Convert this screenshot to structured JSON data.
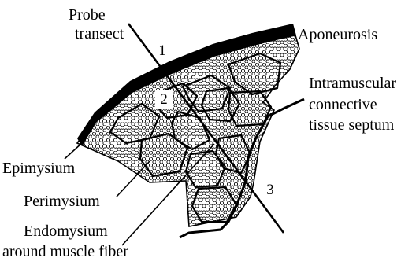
{
  "labels": {
    "probe_line1": "Probe",
    "probe_line2": "transect",
    "aponeurosis": "Aponeurosis",
    "septum_line1": "Intramuscular",
    "septum_line2": "connective",
    "septum_line3": "tissue septum",
    "epimysium": "Epimysium",
    "perimysium": "Perimysium",
    "endomysium_line1": "Endomysium",
    "endomysium_line2": "around muscle fiber"
  },
  "points": [
    "1",
    "2",
    "3"
  ],
  "colors": {
    "ink": "#000000",
    "background": "#ffffff",
    "fascicle_fill": "#ffffff"
  }
}
